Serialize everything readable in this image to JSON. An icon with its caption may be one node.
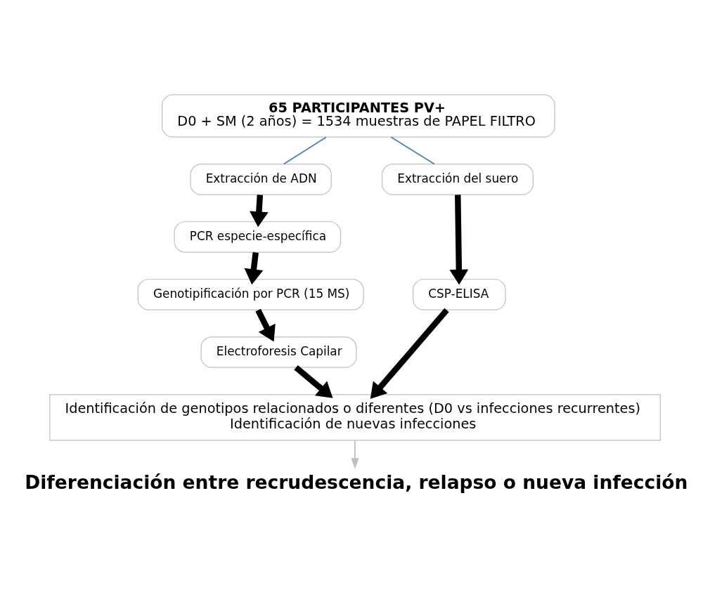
{
  "diagram": {
    "nodes": [
      {
        "text": [
          "65 PARTICIPANTES PV+",
          "D0 + SM (2 años) = 1534 muestras de PAPEL FILTRO"
        ]
      },
      {
        "text": [
          "Extracción de ADN"
        ]
      },
      {
        "text": [
          "PCR especie-específica"
        ]
      },
      {
        "text": [
          "Genotipificación por PCR (15 MS)"
        ]
      },
      {
        "text": [
          "Electroforesis Capilar"
        ]
      },
      {
        "text": [
          "Extracción del suero"
        ]
      },
      {
        "text": [
          "CSP-ELISA"
        ]
      },
      {
        "text": [
          "Identificación de genotipos relacionados o diferentes (D0 vs infecciones recurrentes)",
          "Identificación de nuevas infecciones"
        ]
      },
      {
        "text": [
          "Diferenciación entre recrudescencia, relapso o nueva infección"
        ]
      }
    ],
    "edges": [
      {
        "from": 0,
        "to": 1,
        "arrow": "none",
        "color": "#4a7ebb"
      },
      {
        "from": 0,
        "to": 5,
        "arrow": "none",
        "color": "#4a7ebb"
      },
      {
        "from": 1,
        "to": 2,
        "arrow": "to"
      },
      {
        "from": 2,
        "to": 3,
        "arrow": "to"
      },
      {
        "from": 3,
        "to": 4,
        "arrow": "to"
      },
      {
        "from": 4,
        "to": 7,
        "arrow": "to"
      },
      {
        "from": 5,
        "to": 6,
        "arrow": "to"
      },
      {
        "from": 6,
        "to": 7,
        "arrow": "to"
      },
      {
        "from": 7,
        "to": 8,
        "arrow": "to",
        "color": "#bfbfbf"
      }
    ]
  }
}
